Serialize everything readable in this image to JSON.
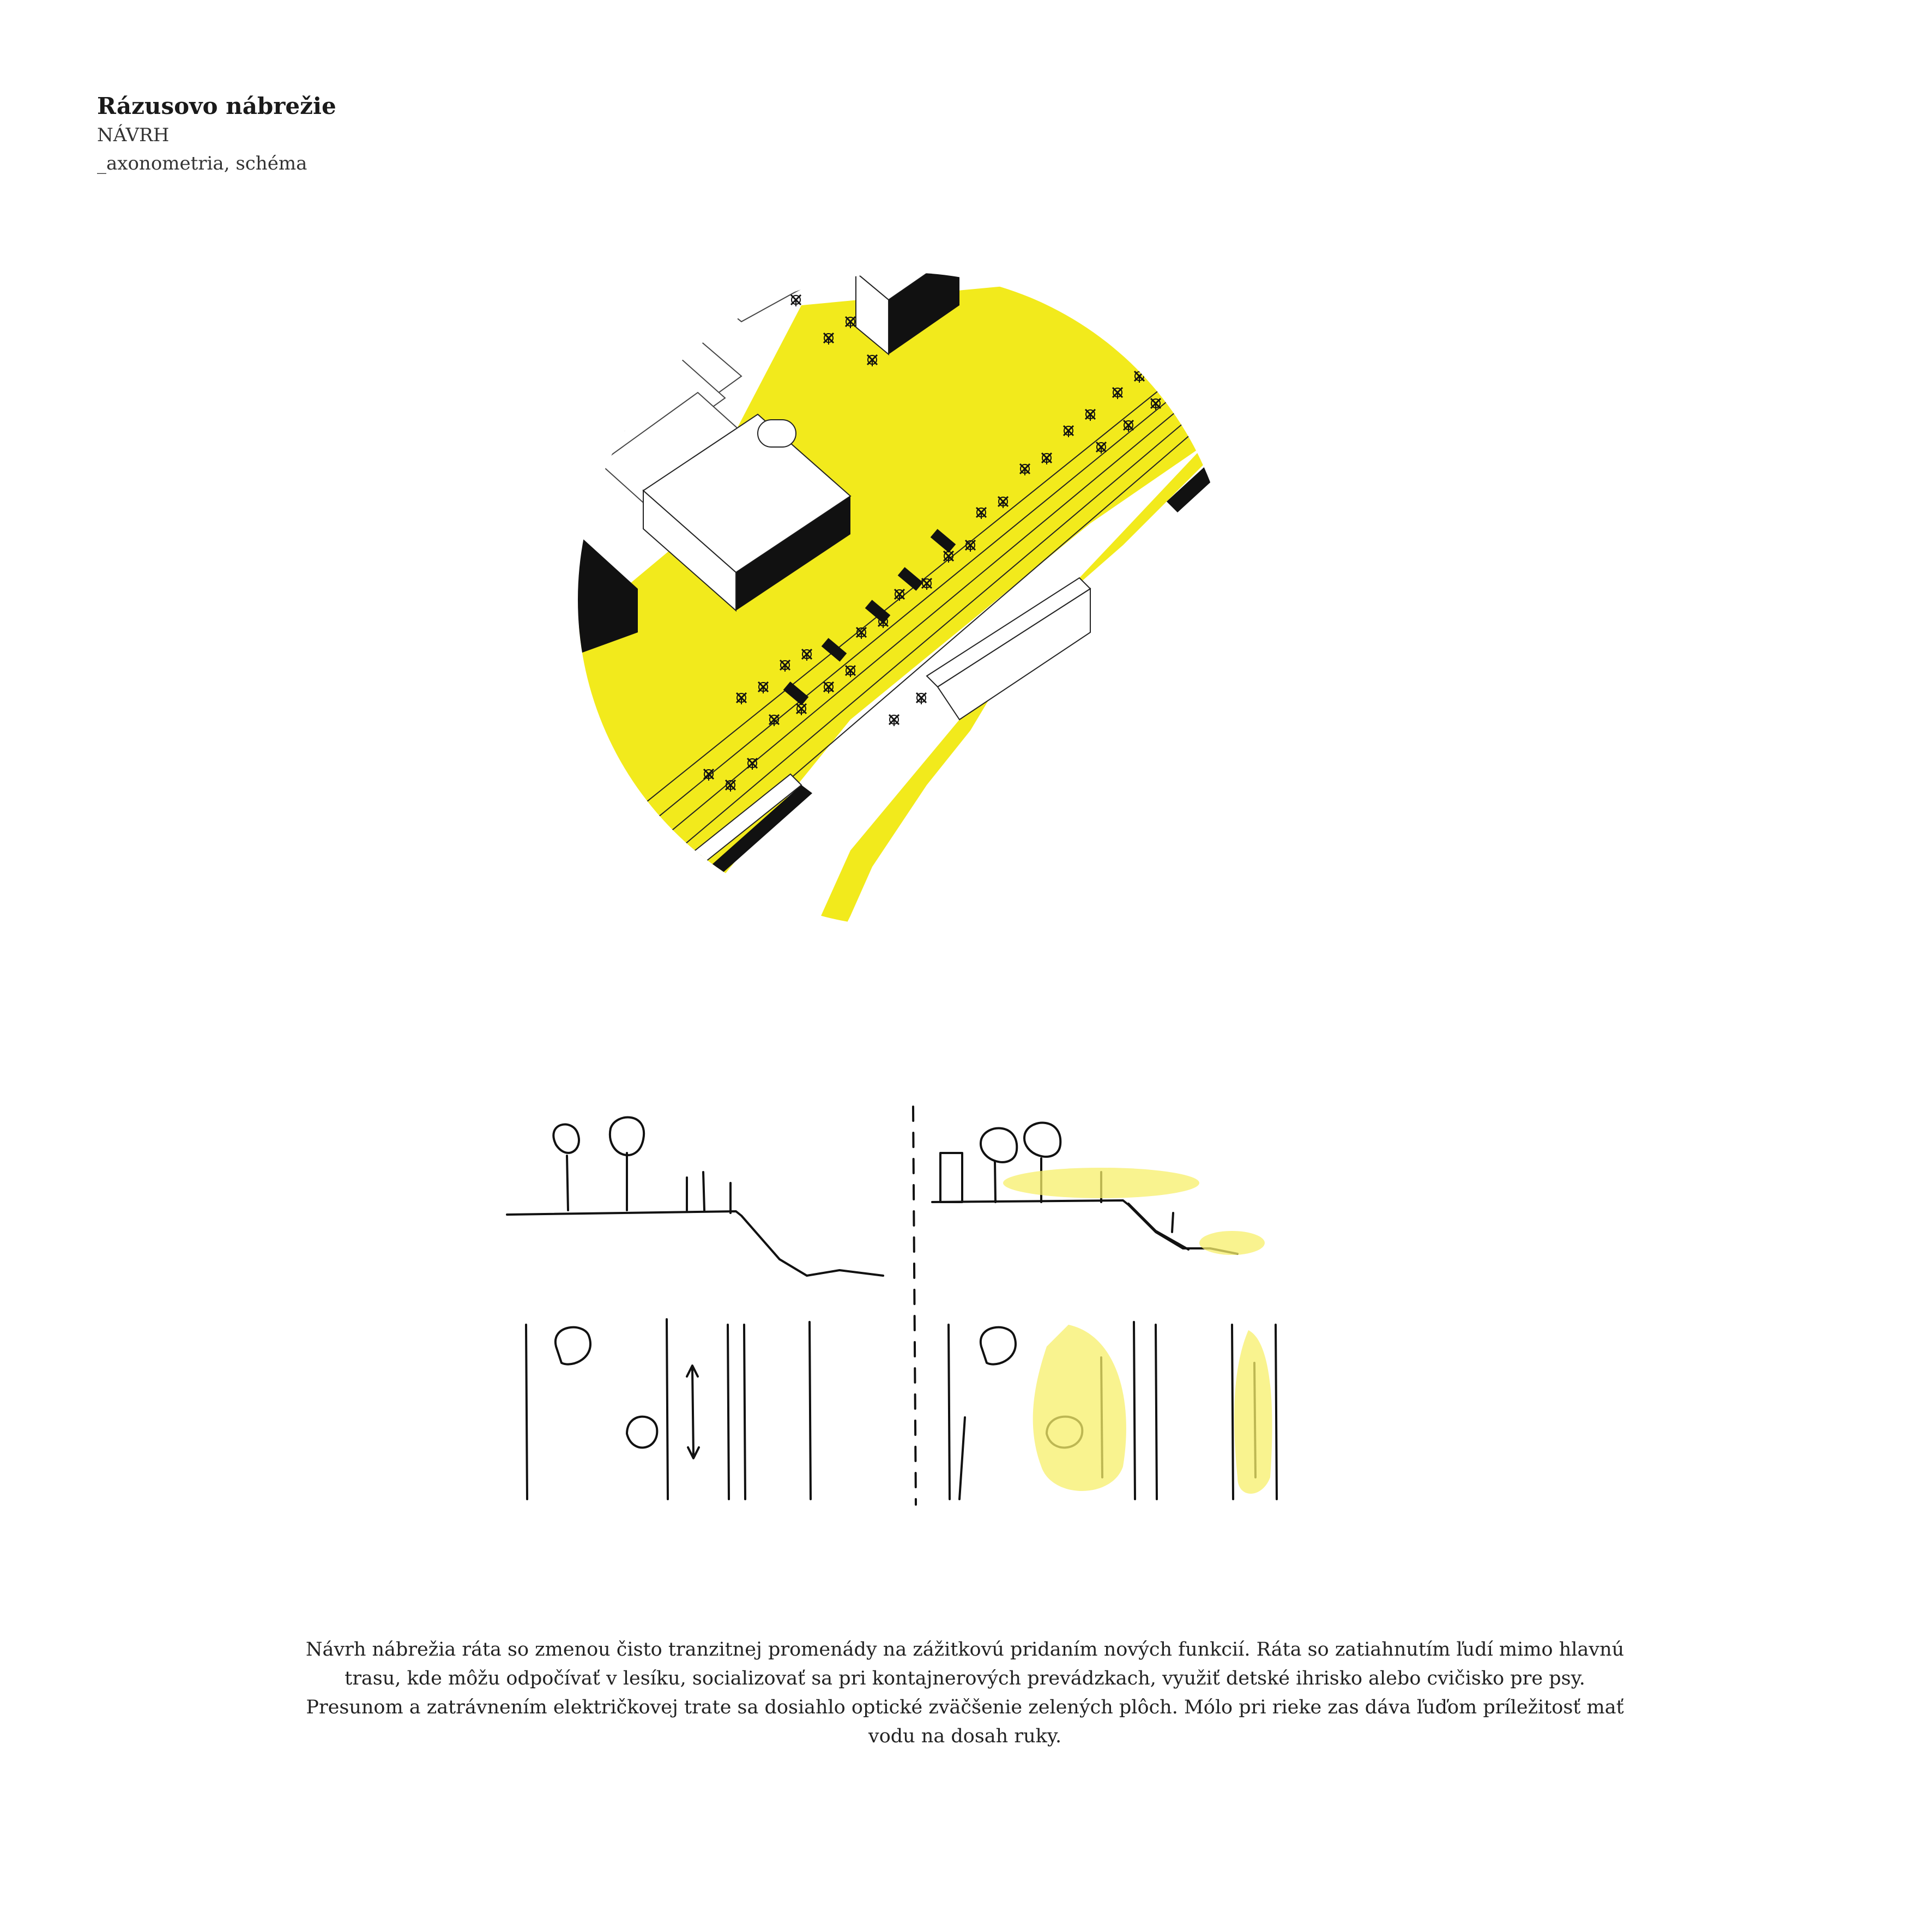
{
  "header": {
    "title": "Rázusovo nábrežie",
    "subtitle": "NÁVRH",
    "caption": "_axonometria, schéma"
  },
  "description": "Návrh nábrežia ráta so zmenou čisto tranzitnej promenády na zážitkovú pridaním nových funkcií. Ráta so zatiahnutím ľudí mimo hlavnú trasu, kde môžu odpočívať v lesíku, socializovať sa pri kontajnerových prevádzkach, využiť detské ihrisko alebo cvičisko pre psy.  Presunom a zatrávnením električkovej trate sa dosiahlo optické zväčšenie zelených plôch. Mólo pri rieke zas dáva ľuďom príležitosť mať vodu na dosah ruky.",
  "colors": {
    "accent_yellow": "#f2ea1c",
    "sketch_yellow": "#f7ef6a",
    "ink": "#111111"
  }
}
